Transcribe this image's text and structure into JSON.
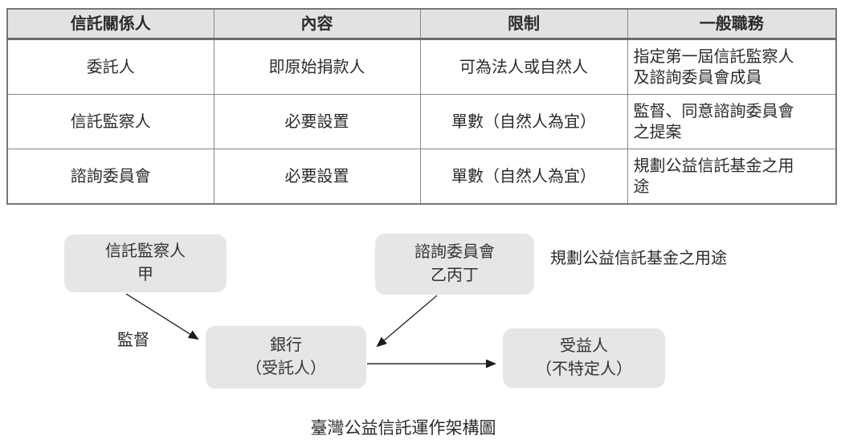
{
  "table": {
    "headers": [
      "信託關係人",
      "內容",
      "限制",
      "一般職務"
    ],
    "rows": [
      [
        "委託人",
        "即原始捐款人",
        "可為法人或自然人",
        "指定第一屆信託監察人及諮詢委員會成員"
      ],
      [
        "信託監察人",
        "必要設置",
        "單數（自然人為宜）",
        "監督、同意諮詢委員會之提案"
      ],
      [
        "諮詢委員會",
        "必要設置",
        "單數（自然人為宜）",
        "規劃公益信託基金之用途"
      ]
    ]
  },
  "diagram": {
    "nodes": {
      "trust_supervisor": {
        "title": "信託監察人",
        "subtitle": "甲"
      },
      "advisory_committee": {
        "title": "諮詢委員會",
        "subtitle": "乙丙丁"
      },
      "bank_trustee": {
        "title": "銀行",
        "subtitle": "（受託人）"
      },
      "beneficiary": {
        "title": "受益人",
        "subtitle": "（不特定人）"
      }
    },
    "labels": {
      "supervise": "監督",
      "committee_role": "規劃公益信託基金之用途"
    },
    "caption": "臺灣公益信託運作架構圖"
  },
  "colors": {
    "header_bg": "#e2e2e2",
    "node_fill": "#e6e6e6",
    "border": "#878787",
    "arrow": "#2f2f2f",
    "text": "#2b2b2b"
  }
}
